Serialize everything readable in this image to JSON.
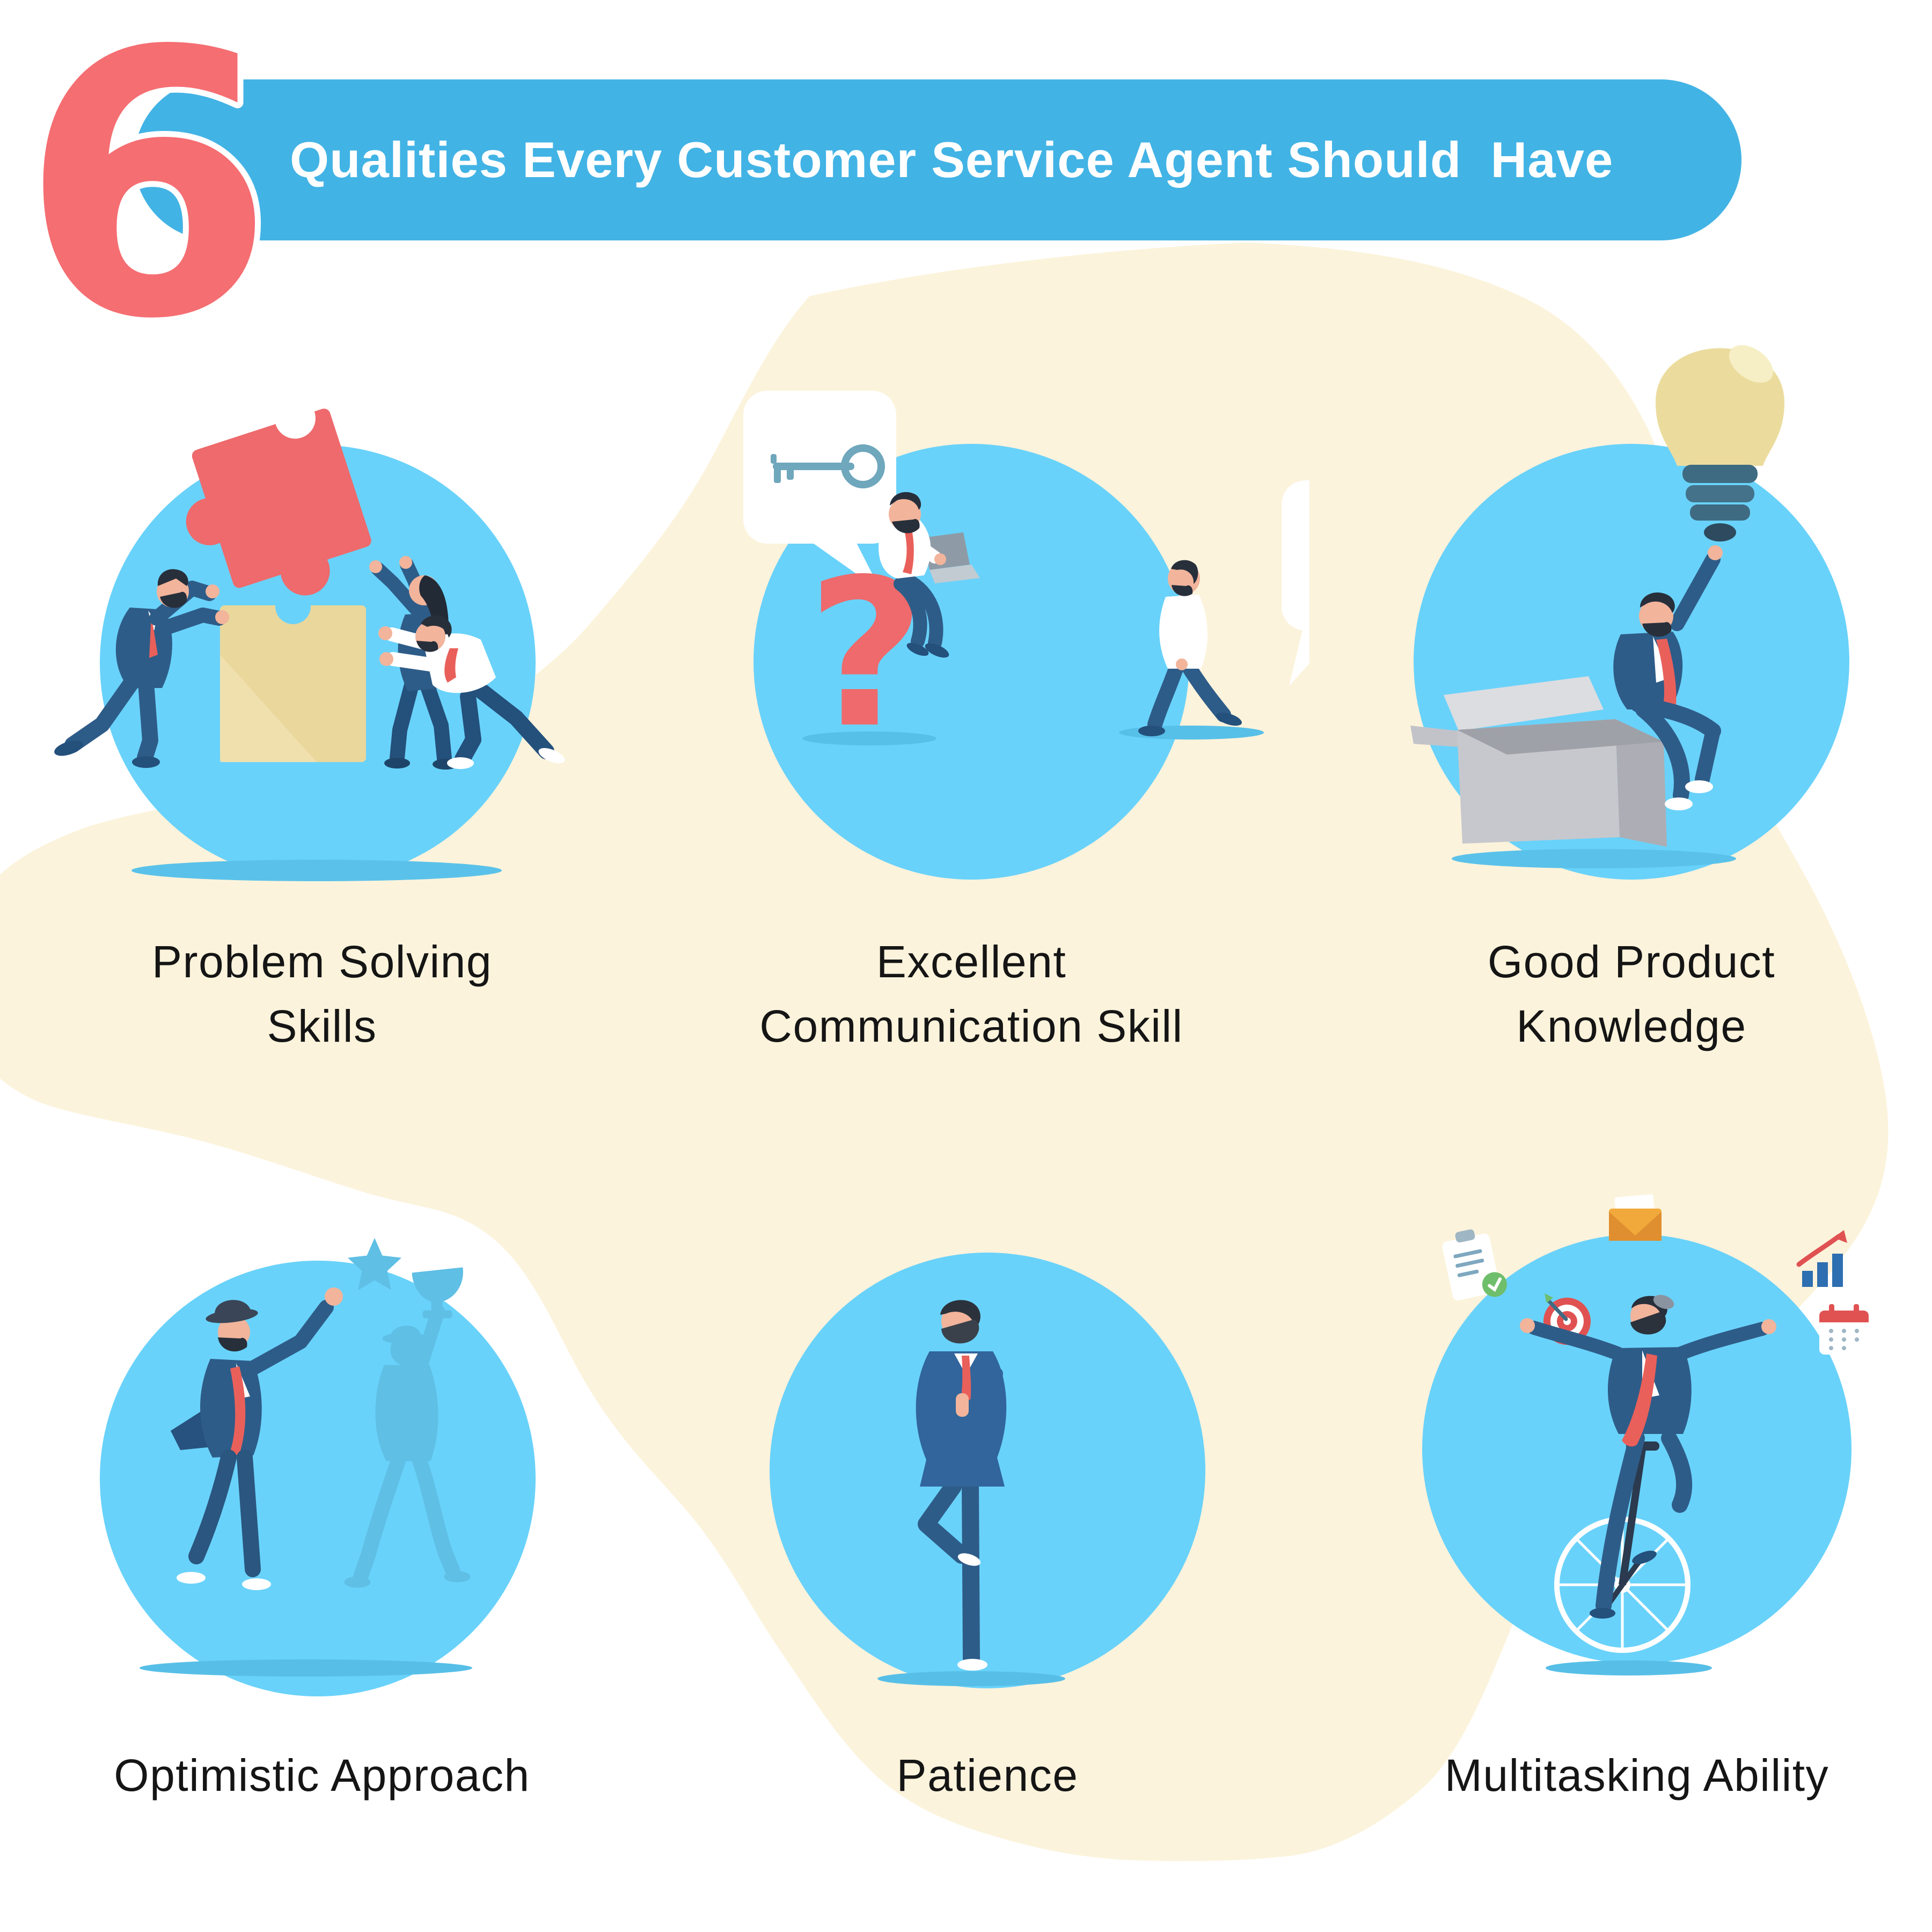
{
  "header": {
    "number": "6",
    "title": "Qualities Every Customer Service Agent Should  Have"
  },
  "qualities": [
    {
      "id": "problem-solving-skills",
      "label_line1": "Problem Solving",
      "label_line2": "Skills",
      "icons": [
        "red-puzzle-piece-icon",
        "puzzle-box-icon",
        "teamwork-figures"
      ]
    },
    {
      "id": "excellent-communication-skill",
      "label_line1": "Excellent",
      "label_line2": "Communication Skill",
      "icons": [
        "key-icon",
        "keyhole-icon",
        "question-mark-icon",
        "laptop-icon",
        "speech-bubbles"
      ]
    },
    {
      "id": "good-product-knowledge",
      "label_line1": "Good Product",
      "label_line2": "Knowledge",
      "icons": [
        "lightbulb-icon",
        "open-box-icon"
      ]
    },
    {
      "id": "optimistic-approach",
      "label_line1": "Optimistic Approach",
      "label_line2": "",
      "icons": [
        "raised-fist-figure",
        "trophy-shadow-icon",
        "star-icon"
      ]
    },
    {
      "id": "patience",
      "label_line1": "Patience",
      "label_line2": "",
      "icons": [
        "yoga-tree-pose-figure"
      ]
    },
    {
      "id": "multitasking-ability",
      "label_line1": "Multitasking Ability",
      "label_line2": "",
      "icons": [
        "unicycle-icon",
        "clipboard-icon",
        "envelope-icon",
        "bar-chart-icon",
        "target-icon",
        "calendar-icon"
      ]
    }
  ],
  "colors": {
    "banner_blue": "#42B3E5",
    "number_pink": "#F56E72",
    "circle_blue": "#69D2FA",
    "cream": "#FCF3DC",
    "accent_red": "#EE6A6C",
    "suit_navy": "#2E5C88",
    "label_text": "#151515"
  }
}
